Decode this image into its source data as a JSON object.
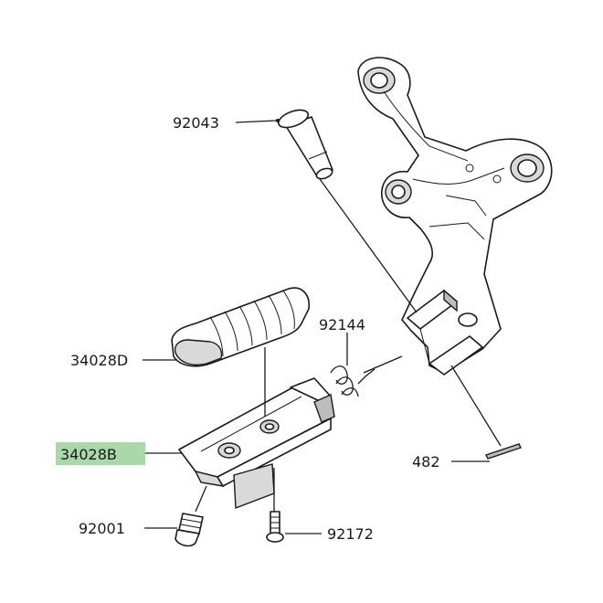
{
  "highlight_color": "#a9d8a9",
  "callouts": {
    "c92043": "92043",
    "c92144": "92144",
    "c34028D": "34028D",
    "c34028B": "34028B",
    "c482": "482",
    "c92001": "92001",
    "c92172": "92172"
  }
}
